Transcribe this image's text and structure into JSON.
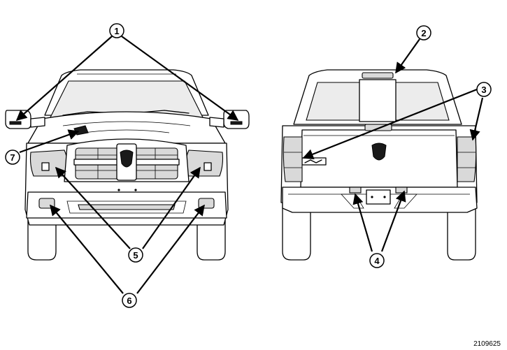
{
  "diagram": {
    "reference_code": "2109625",
    "callouts": [
      {
        "id": "callout-1",
        "label": "1"
      },
      {
        "id": "callout-2",
        "label": "2"
      },
      {
        "id": "callout-3",
        "label": "3"
      },
      {
        "id": "callout-4",
        "label": "4"
      },
      {
        "id": "callout-5",
        "label": "5"
      },
      {
        "id": "callout-6",
        "label": "6"
      },
      {
        "id": "callout-7",
        "label": "7"
      }
    ]
  }
}
